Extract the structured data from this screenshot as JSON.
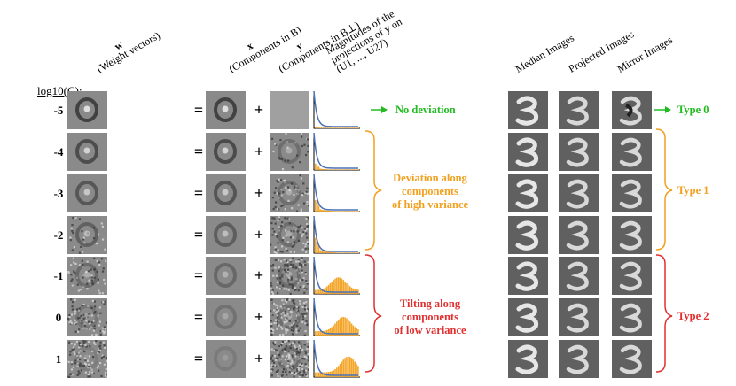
{
  "header": {
    "logC": "log10(C):",
    "w_symbol": "w",
    "w_desc": "(Weight vectors)",
    "x_symbol": "x",
    "x_desc": "(Components in B)",
    "y_symbol": "y",
    "y_desc": "(Components in B⊥)",
    "mag_line1": "Magnitudes of the",
    "mag_line2": "projections of y on",
    "mag_line3": "(U1, ..., U27)",
    "median": "Median Images",
    "projected": "Projected Images",
    "mirror": "Mirror Images"
  },
  "operators": {
    "equals": "=",
    "plus": "+"
  },
  "rows": [
    {
      "c": "-5",
      "bar_scale": 0.05
    },
    {
      "c": "-4",
      "bar_scale": 0.25
    },
    {
      "c": "-3",
      "bar_scale": 0.45
    },
    {
      "c": "-2",
      "bar_scale": 0.6
    },
    {
      "c": "-1",
      "bar_scale": 0.8
    },
    {
      "c": "0",
      "bar_scale": 0.9
    },
    {
      "c": "1",
      "bar_scale": 1.0
    }
  ],
  "annotations": {
    "no_deviation": "No deviation",
    "deviation_l1": "Deviation along",
    "deviation_l2": "components",
    "deviation_l3": "of high variance",
    "tilting_l1": "Tilting along",
    "tilting_l2": "components",
    "tilting_l3": "of low variance",
    "type0": "Type 0",
    "type1": "Type 1",
    "type2": "Type 2"
  },
  "colors": {
    "green": "#22bb22",
    "orange": "#f2a020",
    "red": "#e03030",
    "curve": "#4a72b8",
    "bar": "#f4a62a"
  }
}
